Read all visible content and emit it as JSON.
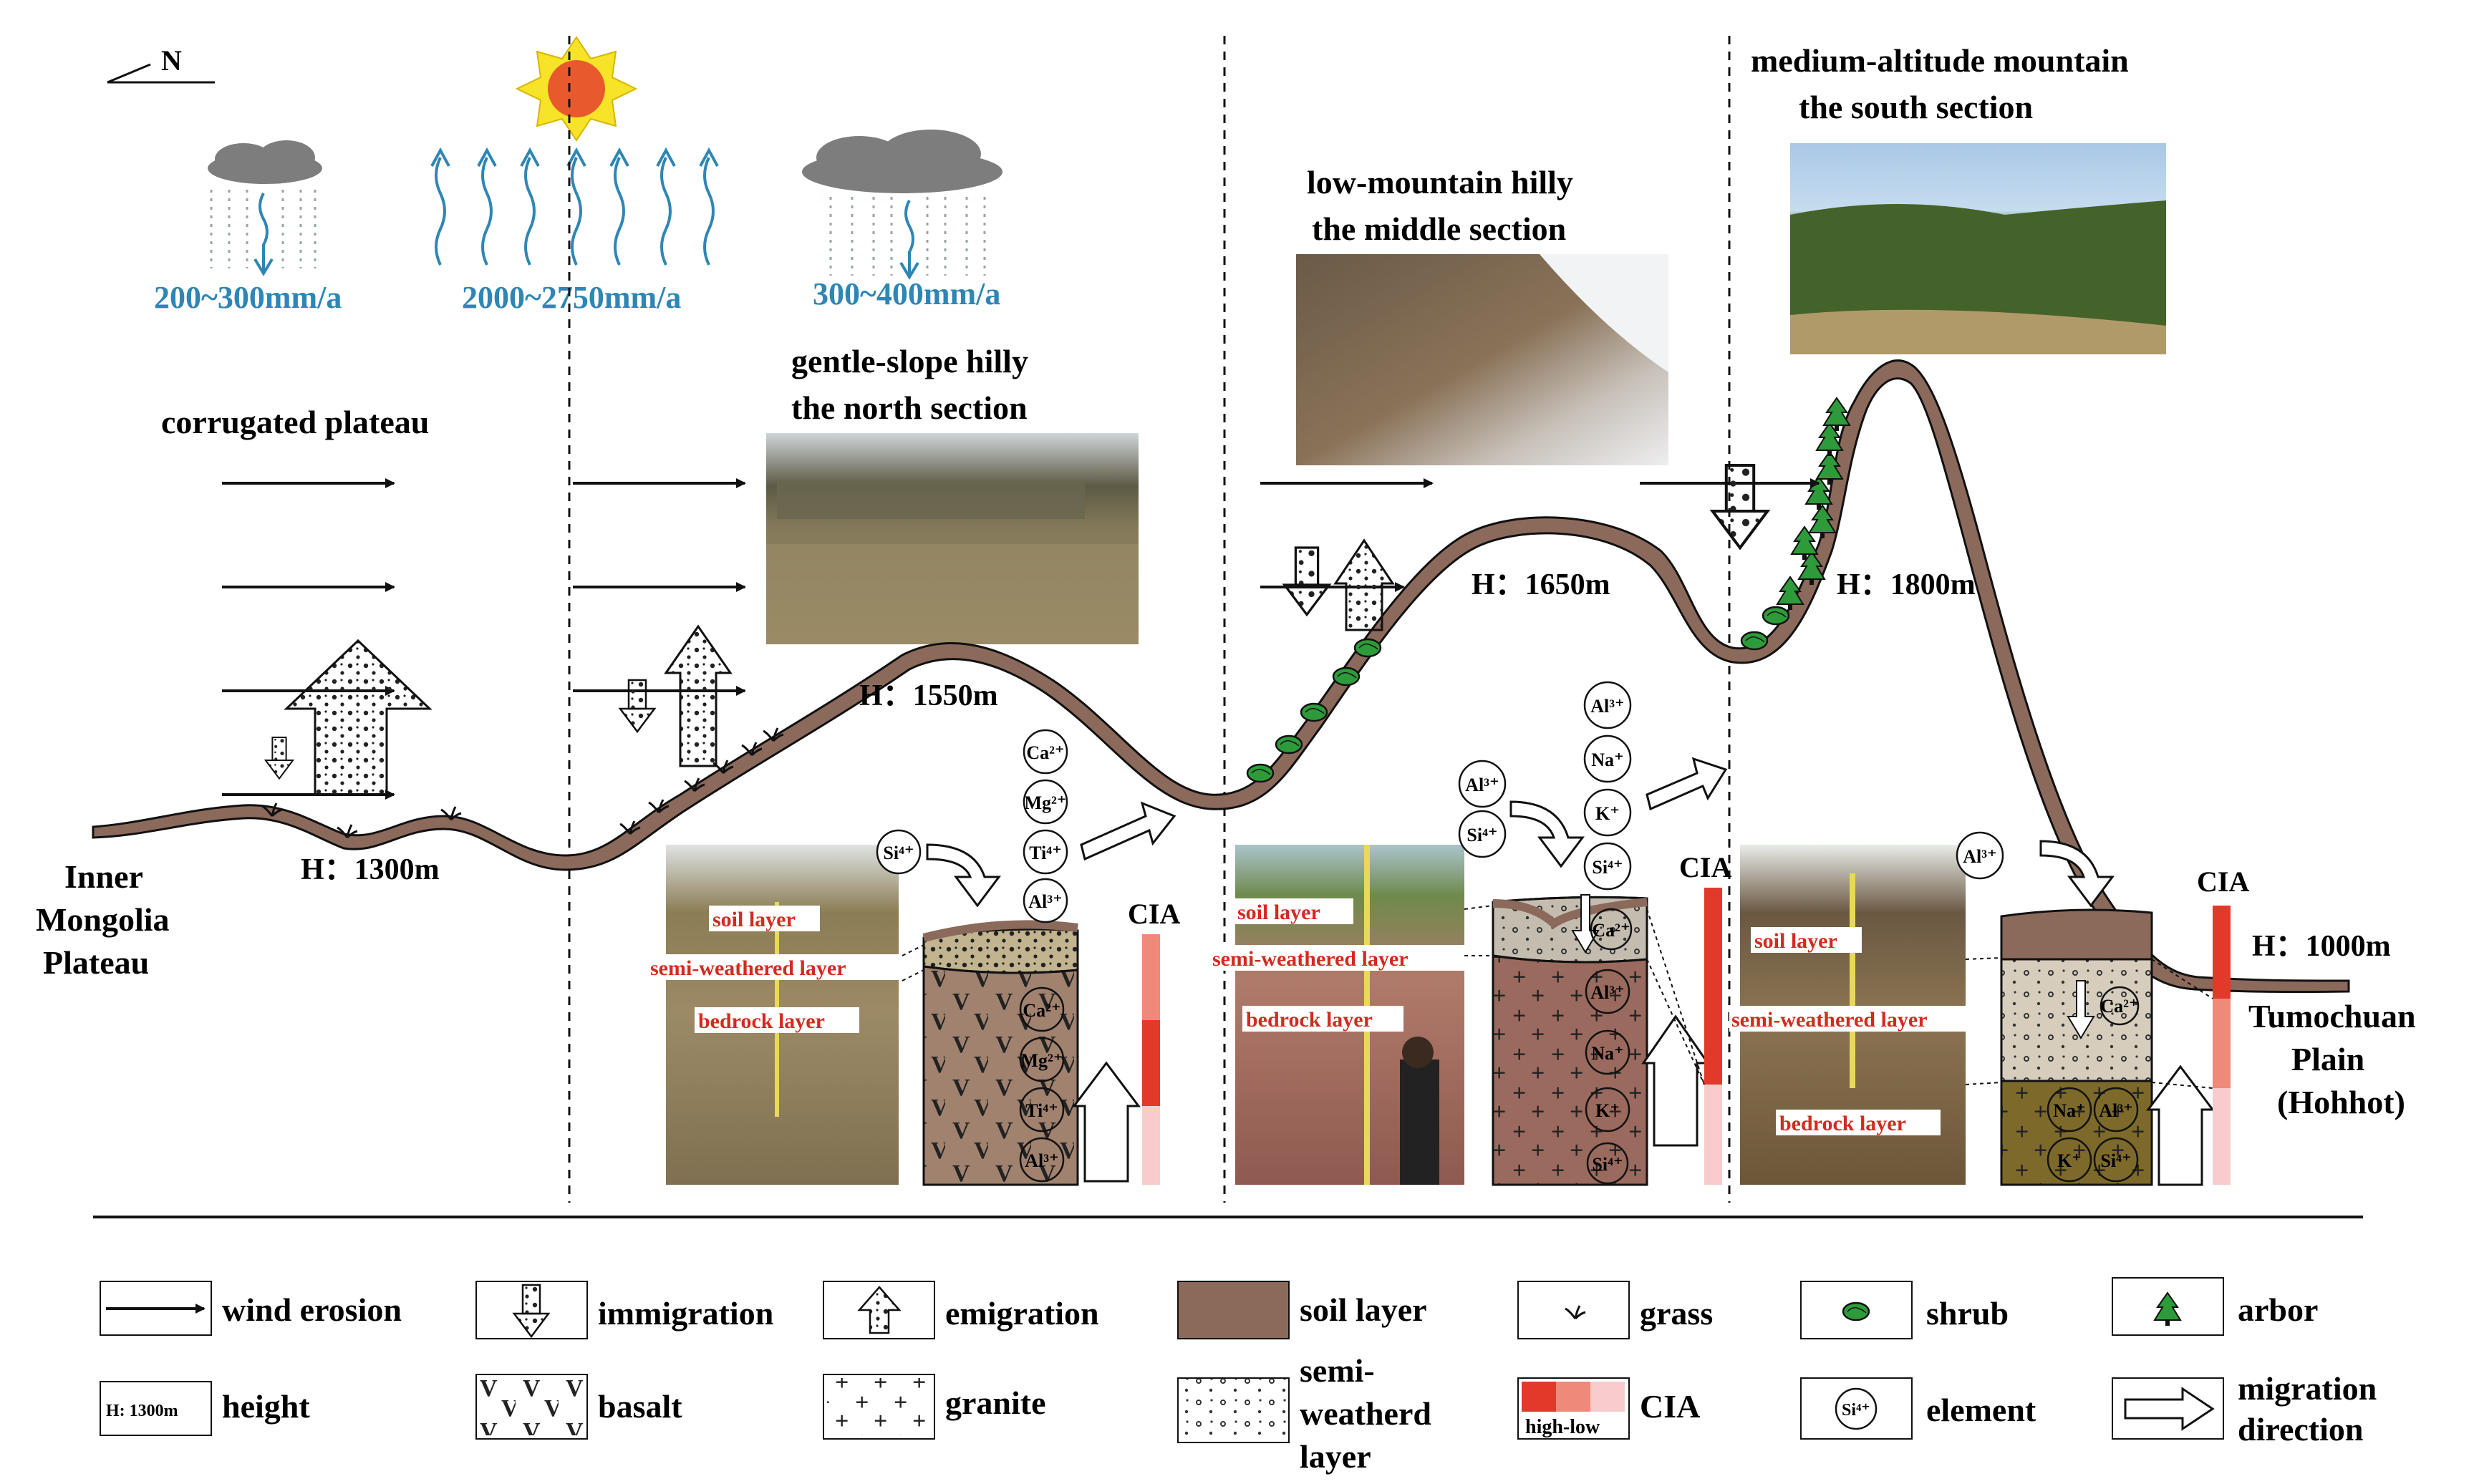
{
  "compass": {
    "label": "N"
  },
  "climate": {
    "precip_north": "200~300mm/a",
    "evaporation": "2000~2750mm/a",
    "precip_south": "300~400mm/a"
  },
  "sections": {
    "plateau_label": "corrugated plateau",
    "north": {
      "line1": "gentle-slope hilly",
      "line2": "the  north  section"
    },
    "middle": {
      "line1": "low-mountain hilly",
      "line2": "the middle section"
    },
    "south": {
      "line1": "medium-altitude mountain",
      "line2": "the  south  section"
    }
  },
  "heights": {
    "h1300": "H：1300m",
    "h1550": "H：1550m",
    "h1650": "H：1650m",
    "h1800": "H：1800m",
    "h1000": "H：1000m"
  },
  "places": {
    "inner_mongolia": [
      "Inner",
      "Mongolia",
      "Plateau"
    ],
    "tumochuan": [
      "Tumochuan",
      "Plain",
      "(Hohhot)"
    ]
  },
  "profile_labels": {
    "soil": "soil layer",
    "semi": "semi-weathered layer",
    "bedrock": "bedrock layer",
    "cia": "CIA"
  },
  "elements": {
    "north_bubbles": [
      "Ca²⁺",
      "Mg²⁺",
      "Ti⁴⁺",
      "Al³⁺"
    ],
    "north_in_column": [
      "Ca²⁺",
      "Mg²⁺",
      "Ti⁴⁺",
      "Al³⁺"
    ],
    "north_si": "Si⁴⁺",
    "middle_bubbles": [
      "Al³⁺",
      "Na⁺",
      "K⁺",
      "Si⁴⁺"
    ],
    "middle_left": [
      "Al³⁺",
      "Si⁴⁺"
    ],
    "middle_in_column": [
      "Ca²⁺",
      "Al³⁺",
      "Na⁺",
      "K⁺",
      "Si⁴⁺"
    ],
    "south_al": "Al³⁺",
    "south_in_column": [
      "Ca²⁺",
      "Na⁺",
      "Al³⁺",
      "K⁺",
      "Si⁴⁺"
    ]
  },
  "legend": {
    "wind_erosion": "wind erosion",
    "immigration": "immigration",
    "emigration": "emigration",
    "soil_layer": "soil layer",
    "grass": "grass",
    "shrub": "shrub",
    "arbor": "arbor",
    "height_sample": "H: 1300m",
    "height": "height",
    "basalt": "basalt",
    "granite": "granite",
    "semi_weathered": [
      "semi-",
      "weatherd",
      "layer"
    ],
    "cia_scale": "high-low",
    "cia": "CIA",
    "element_sample": "Si⁴⁺",
    "element": "element",
    "migration_direction": [
      "migration",
      "direction"
    ]
  },
  "colors": {
    "soil": "#8b6a5c",
    "rain_text": "#2e86b5",
    "cia_high": "#e23a2a",
    "cia_mid": "#ef8a7a",
    "cia_low": "#f8cccc",
    "tree": "#2e9b3a",
    "label_red": "#d42a1e"
  }
}
